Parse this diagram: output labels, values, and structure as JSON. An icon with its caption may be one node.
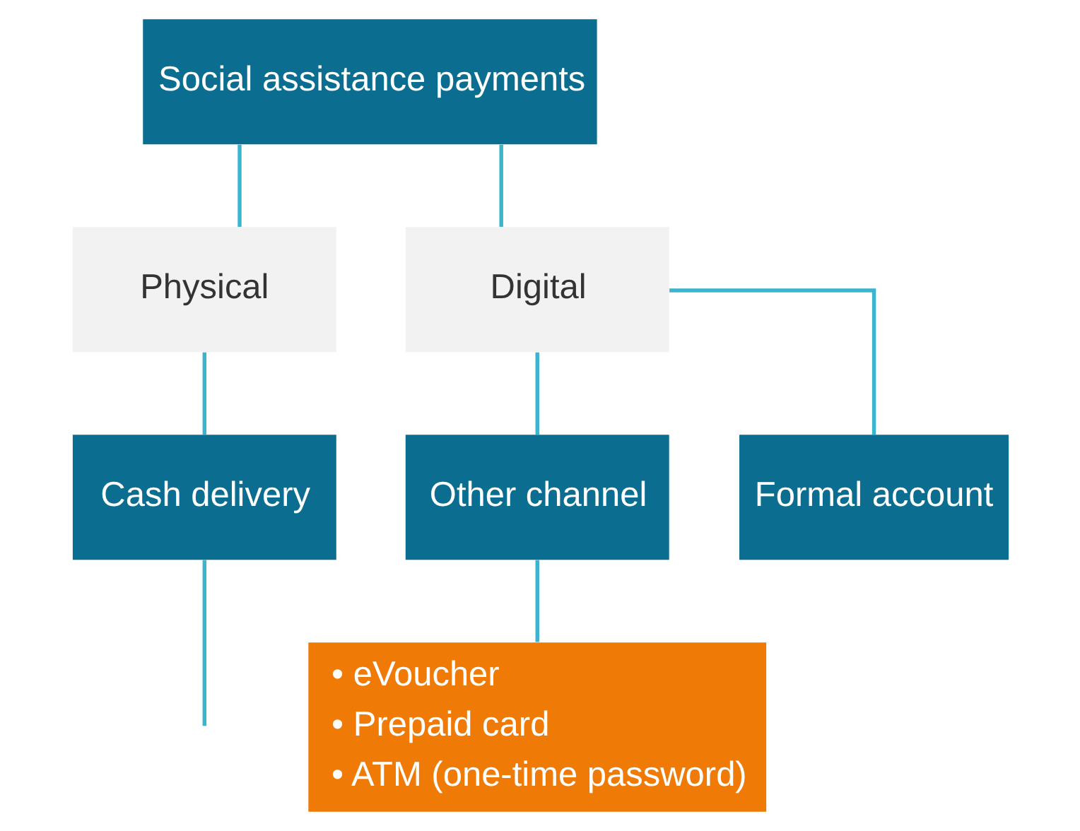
{
  "diagram": {
    "nodes": [
      {
        "text": [
          "Social assistance payments"
        ]
      },
      {
        "text": [
          "Physical"
        ]
      },
      {
        "text": [
          "Digital"
        ]
      },
      {
        "text": [
          "Cash delivery"
        ]
      },
      {
        "text": [
          "Other channel"
        ]
      },
      {
        "text": [
          "Formal account"
        ]
      },
      {
        "text": [
          "• eVoucher",
          "• Prepaid card",
          "• ATM (one-time password)"
        ]
      }
    ],
    "edges": [
      {
        "from": 0,
        "to": 1,
        "arrow": "none"
      },
      {
        "from": 0,
        "to": 2,
        "arrow": "none"
      },
      {
        "from": 1,
        "to": 3,
        "arrow": "none"
      },
      {
        "from": 2,
        "to": 4,
        "arrow": "none"
      },
      {
        "from": 2,
        "to": 5,
        "arrow": "none"
      },
      {
        "from": 4,
        "to": 6,
        "arrow": "none"
      },
      {
        "from": 3,
        "to": null,
        "arrow": "none"
      }
    ]
  }
}
